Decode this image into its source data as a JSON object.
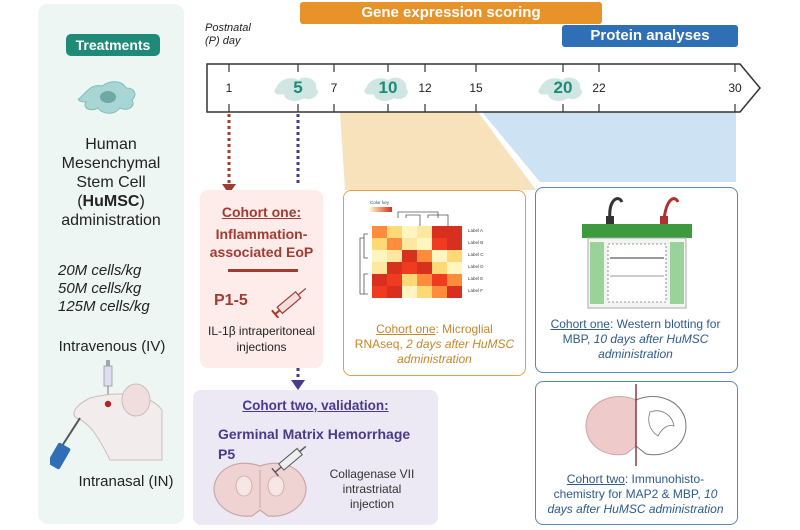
{
  "left_panel": {
    "treatments_label": "Treatments",
    "cell_name_line1": "Human",
    "cell_name_line2": "Mesenchymal",
    "cell_name_line3": "Stem Cell",
    "cell_abbrev_open": "(",
    "cell_abbrev": "HuMSC",
    "cell_abbrev_close": ")",
    "administration": "administration",
    "doses": [
      "20M cells/kg",
      "50M cells/kg",
      "125M cells/kg"
    ],
    "route_iv": "Intravenous (IV)",
    "route_in": "Intranasal (IN)"
  },
  "timeline": {
    "axis_label_line1": "Postnatal",
    "axis_label_line2": "(P) day",
    "ticks": [
      "1",
      "7",
      "12",
      "15",
      "22",
      "30"
    ],
    "highlighted_days": [
      "5",
      "10",
      "20"
    ],
    "gene_expression_label": "Gene expression scoring",
    "protein_label": "Protein analyses"
  },
  "cohort_one_inflammation": {
    "title": "Cohort one:",
    "model_line1": "Inflammation-",
    "model_line2": "associated EoP",
    "days": "P1-5",
    "injection_line1": "IL-1β intraperitoneal",
    "injection_line2": "injections"
  },
  "cohort_two_validation": {
    "title": "Cohort two, validation:",
    "model": "Germinal Matrix Hemorrhage",
    "days": "P5",
    "injection_line1": "Collagenase VII",
    "injection_line2": "intrastriatal",
    "injection_line3": "injection"
  },
  "rnaseq_panel": {
    "color_key": "Color key",
    "heatmap_labels": [
      "Label A",
      "Label B",
      "Label C",
      "Label D",
      "Label E",
      "Label F"
    ],
    "cohort": "Cohort one",
    "text1": ": Microglial",
    "text2": "RNAseq, ",
    "text3": "2 days after HuMSC",
    "text4": "administration"
  },
  "western_panel": {
    "cohort": "Cohort one",
    "text1": ": Western blotting for",
    "text2": "MBP, ",
    "text3": "10 days after HuMSC",
    "text4": "administration"
  },
  "ihc_panel": {
    "cohort": "Cohort two",
    "text1": ": Immunohisto-",
    "text2": "chemistry for MAP2 & MBP, ",
    "text3": "10",
    "text4": "days after HuMSC administration"
  },
  "colors": {
    "teal": "#1f8a78",
    "orange": "#e8922a",
    "blue": "#2e6fb5",
    "cohort_one_red": "#a23b32",
    "cohort_two_purple": "#4a3a8a"
  }
}
